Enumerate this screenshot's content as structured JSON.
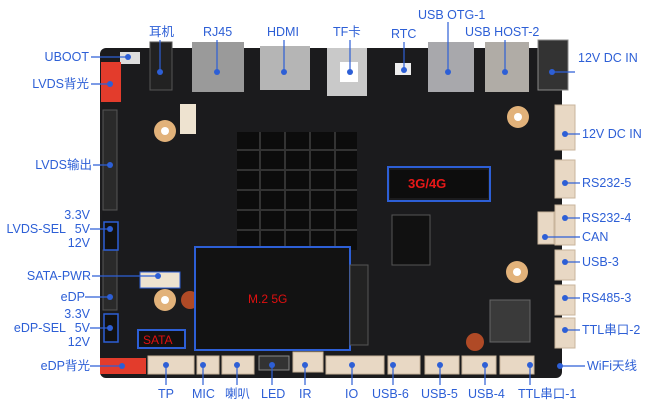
{
  "top_labels": {
    "earphone": "耳机",
    "rj45": "RJ45",
    "hdmi": "HDMI",
    "tf": "TF卡",
    "rtc": "RTC",
    "usb_otg1": "USB OTG-1",
    "usb_host2": "USB HOST-2"
  },
  "left_labels": {
    "uboot": "UBOOT",
    "lvds_backlight": "LVDS背光",
    "lvds_out": "LVDS输出",
    "v33_a": "3.3V",
    "lvds_sel": "LVDS-SEL",
    "v5_a": "5V",
    "v12_a": "12V",
    "sata_pwr": "SATA-PWR",
    "edp": "eDP",
    "v33_b": "3.3V",
    "edp_sel": "eDP-SEL",
    "v5_b": "5V",
    "v12_b": "12V",
    "edp_backlight": "eDP背光"
  },
  "right_labels": {
    "dc_in_1": "12V DC IN",
    "dc_in_2": "12V DC IN",
    "rs232_5": "RS232-5",
    "rs232_4": "RS232-4",
    "can": "CAN",
    "usb3": "USB-3",
    "rs485_3": "RS485-3",
    "ttl2": "TTL串口-2",
    "wifi": "WiFi天线"
  },
  "bottom_labels": {
    "tp": "TP",
    "mic": "MIC",
    "speaker": "喇叭",
    "led": "LED",
    "ir": "IR",
    "io": "IO",
    "usb6": "USB-6",
    "usb5": "USB-5",
    "usb4": "USB-4",
    "ttl1": "TTL串口-1"
  },
  "board_labels": {
    "m2_5g": "M.2 5G",
    "g34": "3G/4G",
    "sata": "SATA"
  },
  "colors": {
    "label": "#2d5fd6",
    "highlight": "#e01010",
    "board": "#1b1b1d"
  }
}
